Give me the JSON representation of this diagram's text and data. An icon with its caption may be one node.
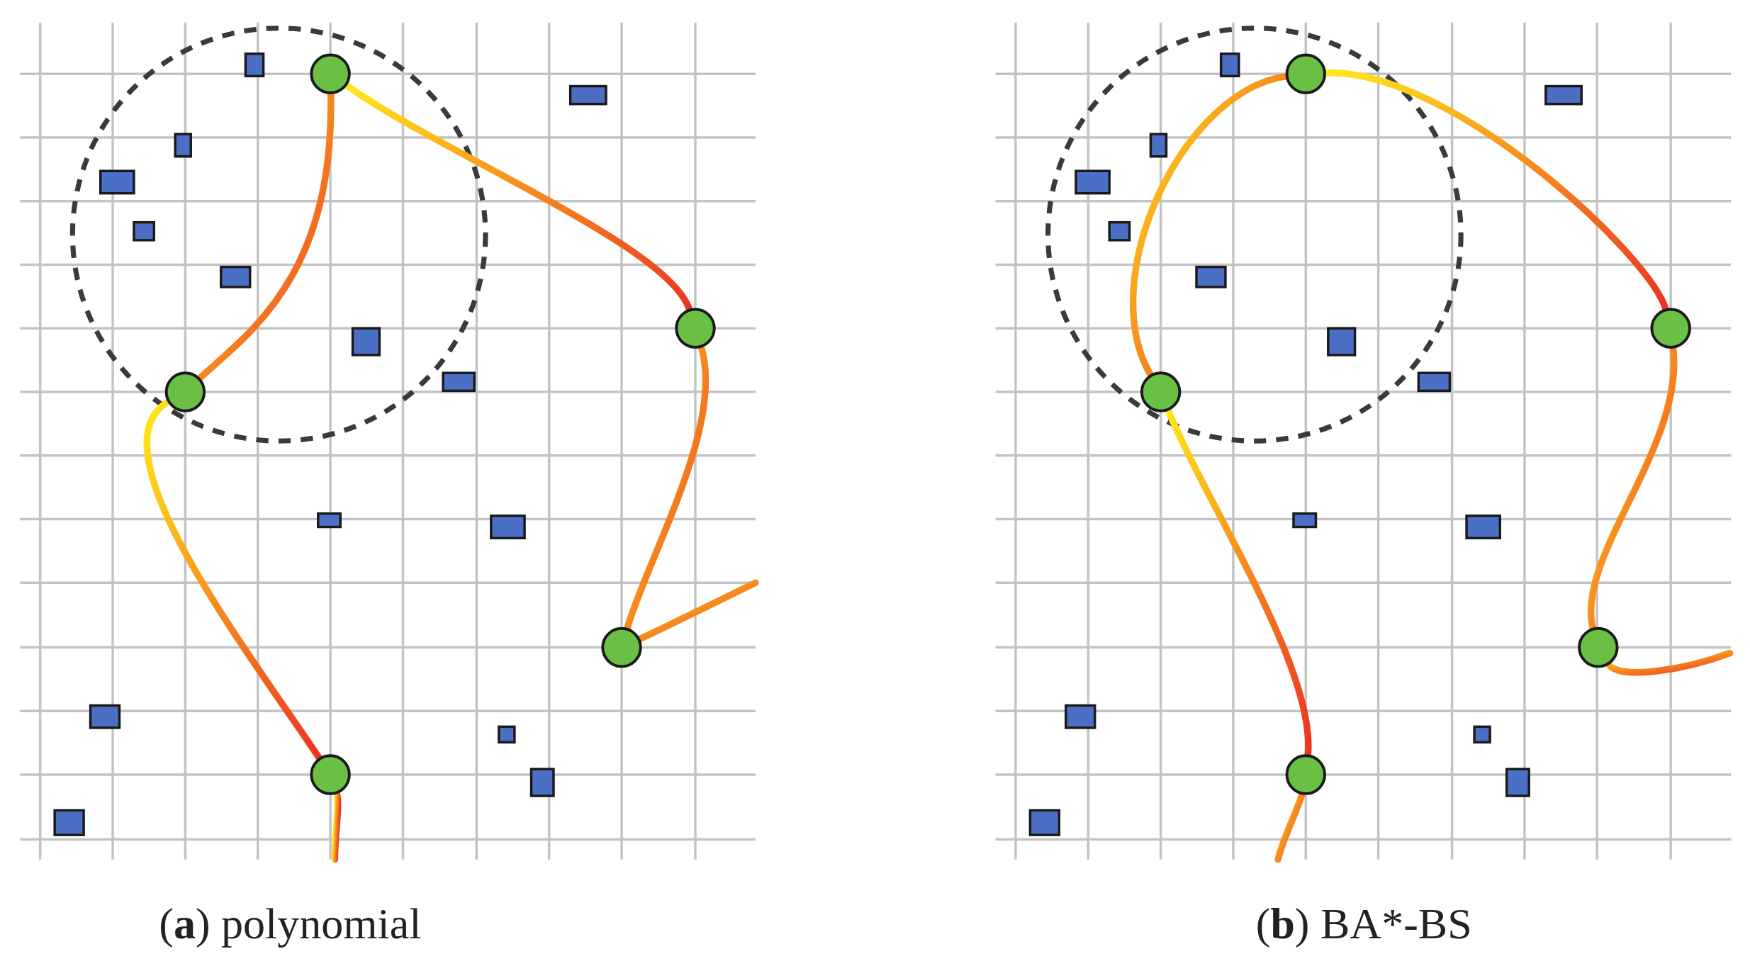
{
  "diagram": {
    "nodes": [
      {
        "text": [],
        "shape": "circle"
      },
      {
        "text": [],
        "shape": "circle"
      },
      {
        "text": [],
        "shape": "circle"
      },
      {
        "text": [],
        "shape": "circle"
      },
      {
        "text": [],
        "shape": "circle"
      },
      {
        "text": [],
        "shape": "circle"
      },
      {
        "text": [],
        "shape": "circle"
      },
      {
        "text": [],
        "shape": "circle"
      },
      {
        "text": [],
        "shape": "circle"
      },
      {
        "text": [],
        "shape": "circle"
      }
    ],
    "edges": [
      {
        "from": 0,
        "to": 1,
        "arrow": "none"
      },
      {
        "from": 1,
        "to": 4,
        "arrow": "none"
      },
      {
        "from": 0,
        "to": 2,
        "arrow": "none"
      },
      {
        "from": 2,
        "to": 3,
        "arrow": "none"
      },
      {
        "from": 3,
        "to": null,
        "arrow": "none"
      },
      {
        "from": 4,
        "to": null,
        "arrow": "none"
      },
      {
        "from": 5,
        "to": 6,
        "arrow": "none"
      },
      {
        "from": 6,
        "to": 9,
        "arrow": "none"
      },
      {
        "from": 5,
        "to": 7,
        "arrow": "none"
      },
      {
        "from": 7,
        "to": 8,
        "arrow": "none"
      },
      {
        "from": 8,
        "to": null,
        "arrow": "none"
      },
      {
        "from": 9,
        "to": null,
        "arrow": "none"
      }
    ],
    "labels": [
      "(**a**) polynomial",
      "(**b**) BA*-BS"
    ]
  }
}
